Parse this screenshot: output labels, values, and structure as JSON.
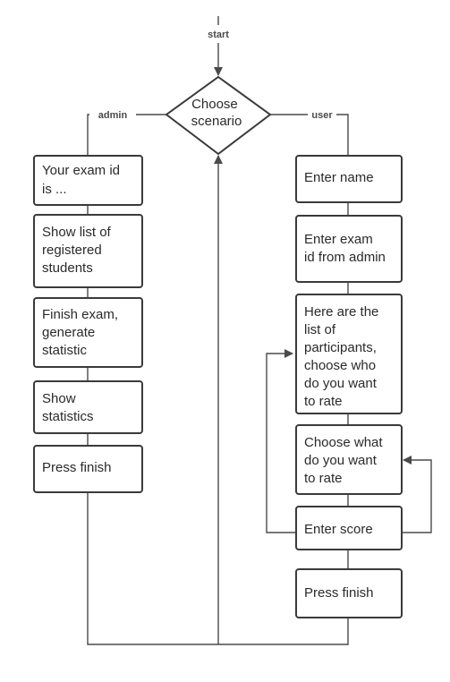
{
  "labels": {
    "start": "start",
    "admin": "admin",
    "user": "user"
  },
  "decision": [
    "Choose",
    "scenario"
  ],
  "admin_steps": [
    [
      "Your exam id",
      "is ..."
    ],
    [
      "Show list of",
      "registered",
      "students"
    ],
    [
      "Finish exam,",
      "generate",
      "statistic"
    ],
    [
      "Show",
      "statistics"
    ],
    [
      "Press finish"
    ]
  ],
  "user_steps": [
    [
      "Enter name"
    ],
    [
      "Enter exam",
      "id from admin"
    ],
    [
      "Here are the",
      "list of",
      "participants,",
      "choose who",
      "do you want",
      "to rate"
    ],
    [
      "Choose what",
      "do you want",
      "to rate"
    ],
    [
      "Enter score"
    ],
    [
      "Press finish"
    ]
  ]
}
